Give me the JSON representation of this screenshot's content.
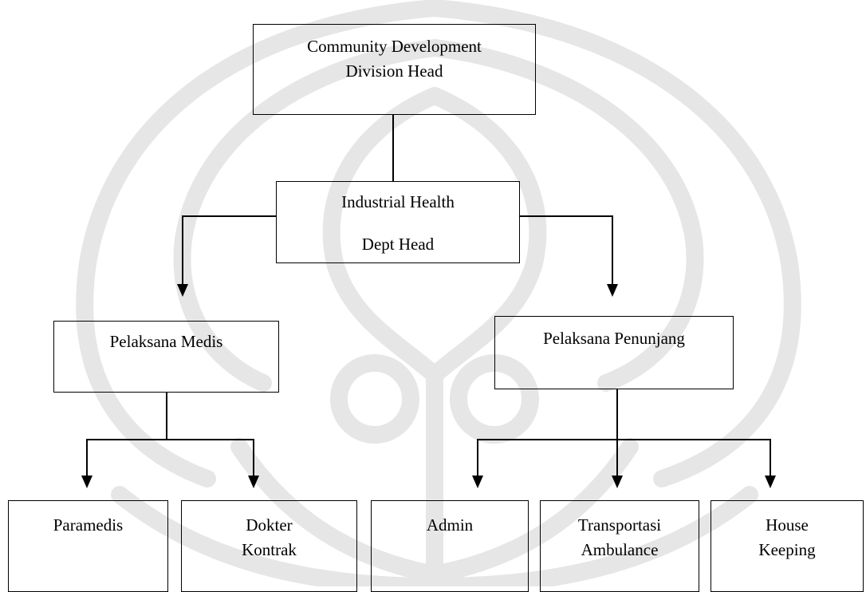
{
  "org_chart": {
    "division_head": {
      "line1": "Community Development",
      "line2": "Division Head"
    },
    "dept_head": {
      "line1": "Industrial Health",
      "line2": "Dept  Head"
    },
    "medis": {
      "label": "Pelaksana Medis"
    },
    "penunjang": {
      "label": "Pelaksana Penunjang"
    },
    "paramedis": {
      "label": "Paramedis"
    },
    "dokter": {
      "line1": "Dokter",
      "line2": "Kontrak"
    },
    "admin": {
      "label": "Admin"
    },
    "transportasi": {
      "line1": "Transportasi",
      "line2": "Ambulance"
    },
    "housekeeping": {
      "line1": "House",
      "line2": "Keeping"
    }
  },
  "colors": {
    "line": "#000000",
    "watermark": "#e6e6e6"
  }
}
